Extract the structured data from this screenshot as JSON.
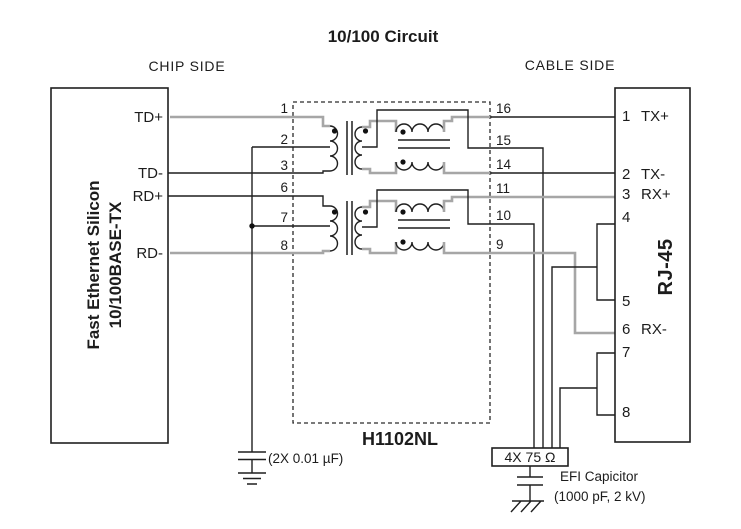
{
  "title": "10/100 Circuit",
  "labels": {
    "chip_side": "CHIP SIDE",
    "cable_side": "CABLE SIDE"
  },
  "chip": {
    "name_line1": "Fast Ethernet Silicon",
    "name_line2": "10/100BASE-TX",
    "pins": {
      "td_plus": "TD+",
      "td_minus": "TD-",
      "rd_plus": "RD+",
      "rd_minus": "RD-"
    }
  },
  "transformer": {
    "part_number": "H1102NL",
    "left_pins": [
      "1",
      "2",
      "3",
      "6",
      "7",
      "8"
    ],
    "right_pins": [
      "16",
      "15",
      "14",
      "11",
      "10",
      "9"
    ]
  },
  "rj45": {
    "label": "RJ-45",
    "pins": [
      {
        "num": "1",
        "name": "TX+"
      },
      {
        "num": "2",
        "name": "TX-"
      },
      {
        "num": "3",
        "name": "RX+"
      },
      {
        "num": "4",
        "name": ""
      },
      {
        "num": "5",
        "name": ""
      },
      {
        "num": "6",
        "name": "RX-"
      },
      {
        "num": "7",
        "name": ""
      },
      {
        "num": "8",
        "name": ""
      }
    ]
  },
  "components": {
    "center_tap_cap": "(2X 0.01 µF)",
    "resistor_pack": "4X 75 Ω",
    "efi_cap_line1": "EFI Capicitor",
    "efi_cap_line2": "(1000 pF, 2 kV)"
  },
  "colors": {
    "wire_black": "#1f1f1f",
    "wire_gray": "#a6a6a6"
  }
}
